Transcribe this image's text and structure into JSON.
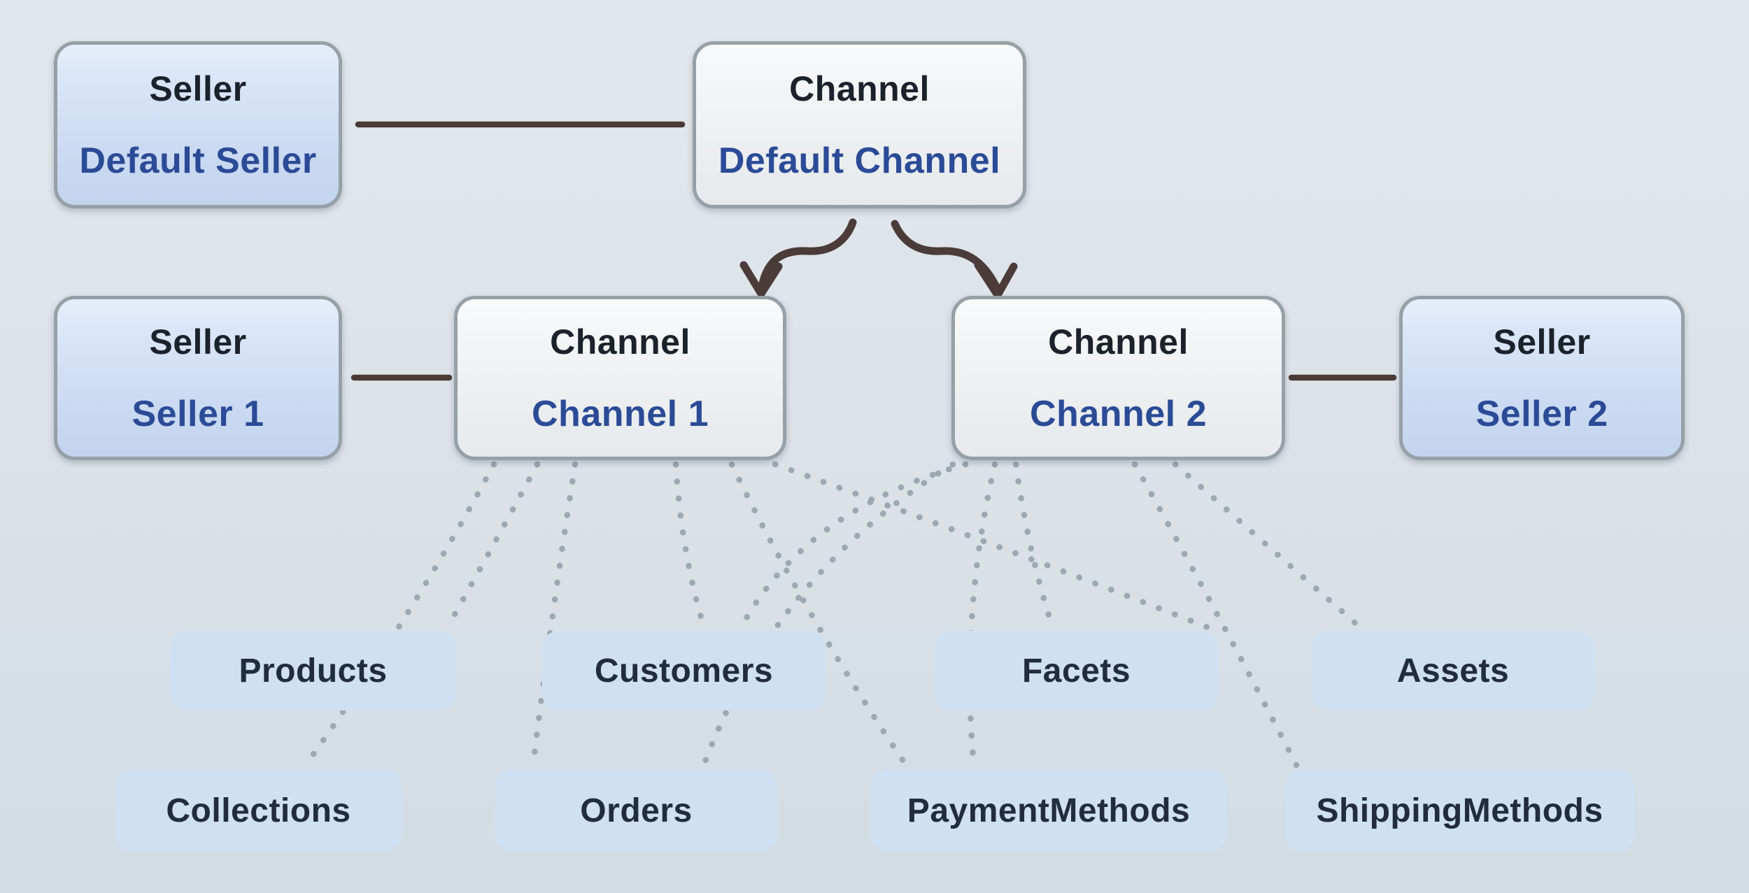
{
  "nodes": {
    "default_seller": {
      "type": "Seller",
      "name": "Default Seller"
    },
    "default_channel": {
      "type": "Channel",
      "name": "Default Channel"
    },
    "seller_1": {
      "type": "Seller",
      "name": "Seller 1"
    },
    "channel_1": {
      "type": "Channel",
      "name": "Channel 1"
    },
    "channel_2": {
      "type": "Channel",
      "name": "Channel 2"
    },
    "seller_2": {
      "type": "Seller",
      "name": "Seller 2"
    }
  },
  "entities": {
    "products": {
      "label": "Products"
    },
    "customers": {
      "label": "Customers"
    },
    "facets": {
      "label": "Facets"
    },
    "assets": {
      "label": "Assets"
    },
    "collections": {
      "label": "Collections"
    },
    "orders": {
      "label": "Orders"
    },
    "payment_methods": {
      "label": "PaymentMethods"
    },
    "shipping_methods": {
      "label": "ShippingMethods"
    }
  },
  "edges": {
    "solid": [
      {
        "from": "Default Seller",
        "to": "Default Channel"
      },
      {
        "from": "Seller 1",
        "to": "Channel 1"
      },
      {
        "from": "Channel 2",
        "to": "Seller 2"
      }
    ],
    "arrows": [
      {
        "from": "Default Channel",
        "to": "Channel 1"
      },
      {
        "from": "Default Channel",
        "to": "Channel 2"
      }
    ],
    "dotted": [
      {
        "from": "Channel 1",
        "to": "Products"
      },
      {
        "from": "Channel 1",
        "to": "Collections"
      },
      {
        "from": "Channel 1",
        "to": "Customers"
      },
      {
        "from": "Channel 1",
        "to": "Orders"
      },
      {
        "from": "Channel 1",
        "to": "PaymentMethods"
      },
      {
        "from": "Channel 1",
        "to": "Facets"
      },
      {
        "from": "Channel 2",
        "to": "Customers"
      },
      {
        "from": "Channel 2",
        "to": "Orders"
      },
      {
        "from": "Channel 2",
        "to": "PaymentMethods"
      },
      {
        "from": "Channel 2",
        "to": "Facets"
      },
      {
        "from": "Channel 2",
        "to": "Assets"
      },
      {
        "from": "Channel 2",
        "to": "ShippingMethods"
      }
    ]
  },
  "colors": {
    "background_top": "#e2e7eb",
    "background_bottom": "#d2dce3",
    "seller_box_top": "#e7eefb",
    "seller_box_bottom": "#c3d4ee",
    "channel_box_top": "#f9fafb",
    "channel_box_bottom": "#e7eaec",
    "entity_box": "#cfe0f3",
    "box_border": "#96a0a7",
    "type_text": "#1c222c",
    "name_text": "#2b4b97",
    "entity_text": "#212d3e",
    "solid_connector": "#4a3b37",
    "dotted_connector": "#9aa5ae"
  }
}
